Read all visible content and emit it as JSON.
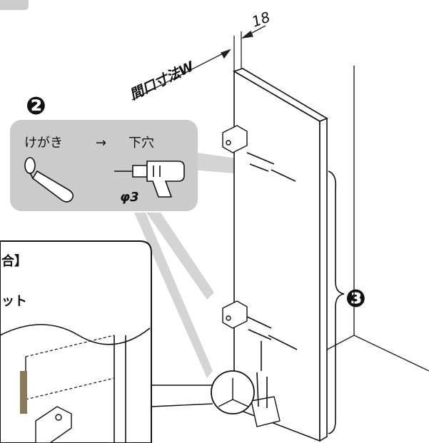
{
  "dimension": {
    "label": "間口寸法W",
    "value": "18"
  },
  "steps": {
    "step2": "❷",
    "step3": "❸"
  },
  "callout": {
    "marking": "けがき",
    "arrow": "→",
    "pilot_hole": "下穴",
    "drill_size": "φ3"
  },
  "inset": {
    "line1": "合】",
    "line2": "ット"
  }
}
